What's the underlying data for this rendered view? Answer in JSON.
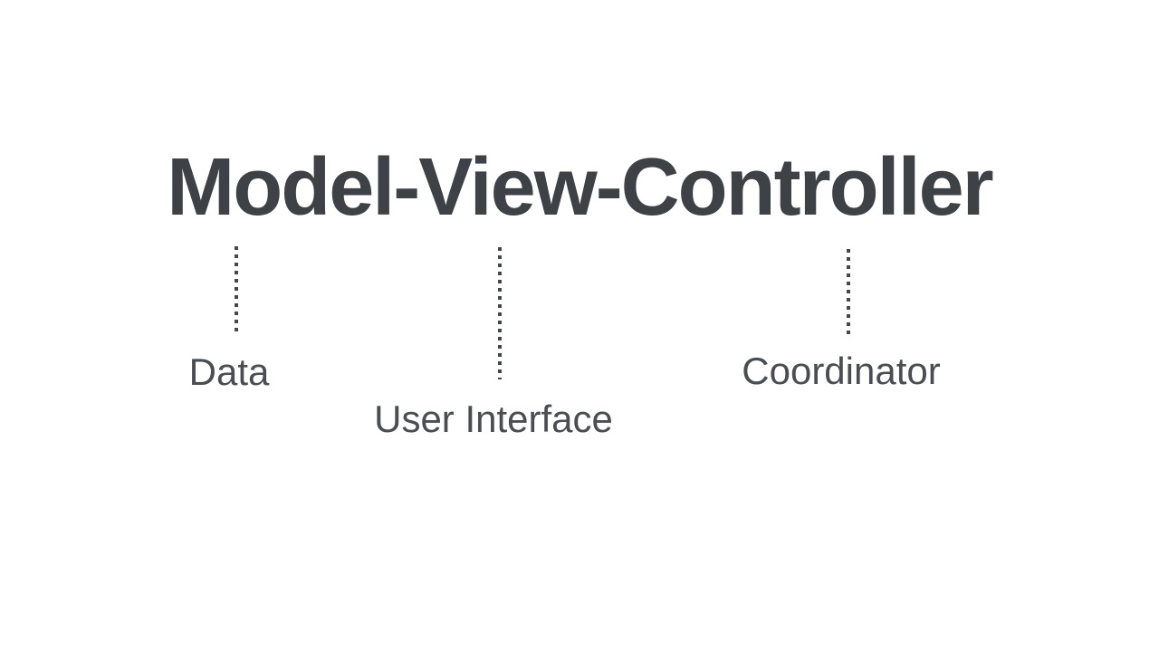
{
  "diagram": {
    "title": "Model-View-Controller",
    "annotations": [
      {
        "label": "Data"
      },
      {
        "label": "User Interface"
      },
      {
        "label": "Coordinator"
      }
    ],
    "connectors": [
      {
        "name": "model-connector"
      },
      {
        "name": "view-connector"
      },
      {
        "name": "controller-connector"
      }
    ],
    "colors": {
      "background": "#ffffff",
      "title_text": "#3e4247",
      "label_text": "#4a4e53",
      "connector": "#44484d"
    }
  }
}
